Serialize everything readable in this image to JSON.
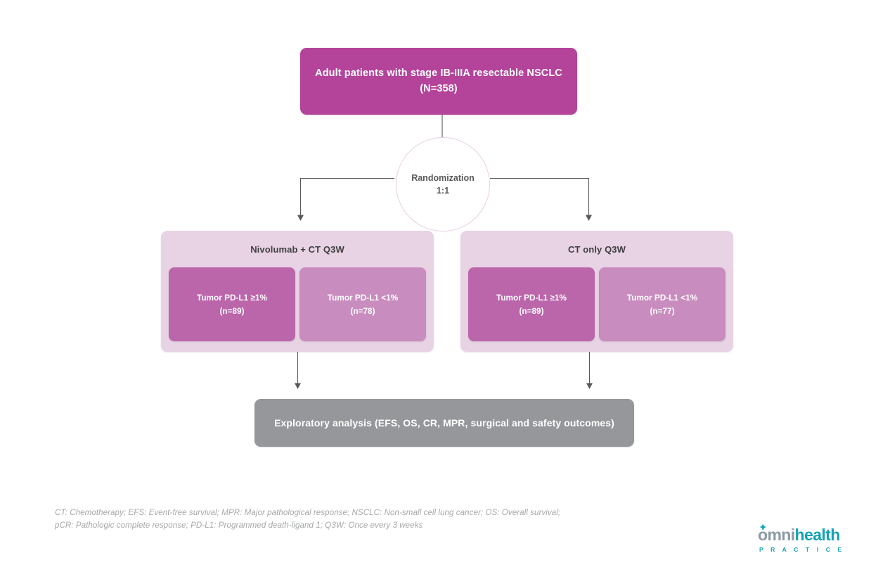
{
  "diagram": {
    "title_box": {
      "line1": "Adult patients with stage IB-IIIA resectable NSCLC",
      "line2": "(N=358)"
    },
    "randomization": {
      "line1": "Randomization",
      "line2": "1:1"
    },
    "arms": [
      {
        "title": "Nivolumab + CT Q3W",
        "subgroups": [
          {
            "label": "Tumor PD-L1 ≥1%",
            "count": "(n=89)"
          },
          {
            "label": "Tumor PD-L1 <1%",
            "count": "(n=78)"
          }
        ]
      },
      {
        "title": "CT only Q3W",
        "subgroups": [
          {
            "label": "Tumor PD-L1 ≥1%",
            "count": "(n=89)"
          },
          {
            "label": "Tumor PD-L1 <1%",
            "count": "(n=77)"
          }
        ]
      }
    ],
    "outcome_box": "Exploratory analysis (EFS, OS, CR, MPR, surgical and safety outcomes)"
  },
  "footnote": {
    "line1": "CT: Chemotherapy; EFS: Event-free survival; MPR: Major pathological response; NSCLC: Non-small cell lung cancer; OS: Overall survival;",
    "line2": "pCR: Pathologic complete response; PD-L1: Programmed death-ligand 1; Q3W: Once every 3 weeks"
  },
  "logo": {
    "word_part1": "omni",
    "word_part2": "health",
    "tagline": "P R A C T I C E"
  },
  "colors": {
    "primary_magenta": "#b4439a",
    "arm_background": "#e8d3e4",
    "subgroup_dark": "#bb65ab",
    "subgroup_light": "#c98cbe",
    "outcome_gray": "#95979a",
    "connector_gray": "#58595b",
    "logo_teal": "#13a3b5",
    "logo_gray": "#8c9aa6"
  }
}
